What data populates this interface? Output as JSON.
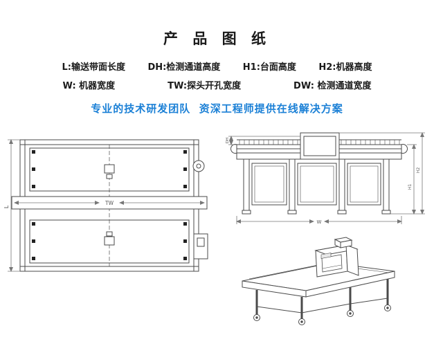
{
  "page": {
    "title": "产 品 图 纸",
    "legend_row1": [
      {
        "label": "L:输送带面长度"
      },
      {
        "label": "DH:检测通道高度"
      },
      {
        "label": "H1:台面高度"
      },
      {
        "label": "H2:机器高度"
      }
    ],
    "legend_row2": [
      {
        "label": "W: 机器宽度"
      },
      {
        "label": "TW:探头开孔宽度"
      },
      {
        "label": "DW: 检测通道宽度"
      }
    ],
    "slogan": "专业的技术研发团队  资深工程师提供在线解决方案",
    "slogan_color": "#1b80d6"
  },
  "drawings": {
    "top_view": {
      "dims": {
        "belt_length": "L",
        "probe_width": "TW"
      }
    },
    "front_view": {
      "dims": {
        "channel_height": "DH",
        "table_height": "H1",
        "machine_height": "H2",
        "machine_width": "W"
      }
    }
  }
}
